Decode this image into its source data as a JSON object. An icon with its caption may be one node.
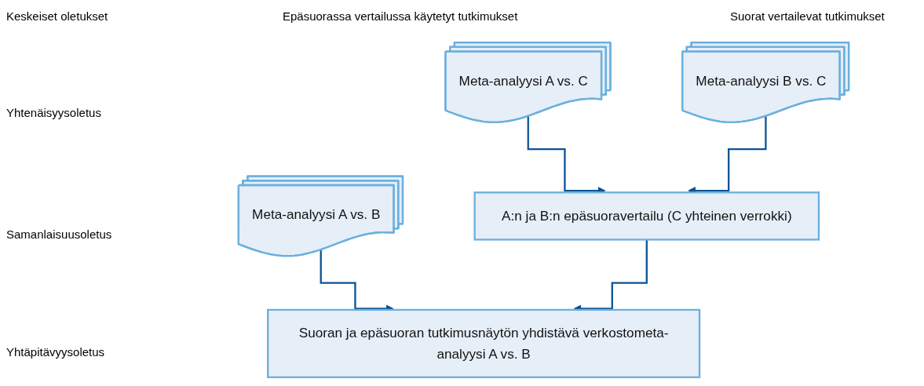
{
  "diagram": {
    "nodes": [
      {
        "text": [
          "Meta-analyysi A vs. C"
        ]
      },
      {
        "text": [
          "Meta-analyysi B vs. C"
        ]
      },
      {
        "text": [
          "Meta-analyysi A vs. B"
        ]
      },
      {
        "text": [
          "A:n ja B:n epäsuoravertailu (C yhteinen verrokki)"
        ]
      },
      {
        "text": [
          "Suoran ja epäsuoran tutkimusnäytön yhdistävä verkostometa-analyysi A vs. B"
        ]
      }
    ],
    "edges": [
      {
        "from": 0,
        "to": 3,
        "arrow": "to"
      },
      {
        "from": 1,
        "to": 3,
        "arrow": "to"
      },
      {
        "from": 2,
        "to": 4,
        "arrow": "to"
      },
      {
        "from": 3,
        "to": 4,
        "arrow": "to"
      }
    ],
    "labels": [
      "Keskeiset oletukset",
      "Epäsuorassa vertailussa käytetyt tutkimukset",
      "Suorat vertailevat tutkimukset",
      "Yhtenäisyysoletus",
      "Samanlaisuusoletus",
      "Yhtäpitävyysoletus"
    ]
  }
}
